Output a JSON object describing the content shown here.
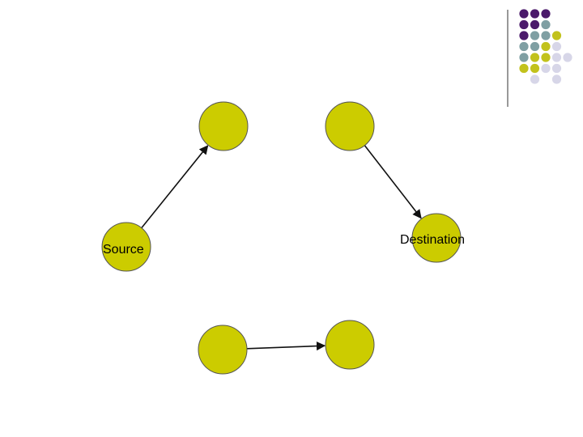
{
  "colors": {
    "node_fill": "#cccc00",
    "node_stroke": "#555555",
    "edge": "#111111",
    "divider": "#555555",
    "dot_purple": "#4b1a6b",
    "dot_teal": "#7f9fa3",
    "dot_olive": "#c2c21c",
    "dot_lavender": "#d7d6e8"
  },
  "decoration": {
    "dot_grid": [
      [
        "purple",
        "purple",
        "purple",
        "",
        ""
      ],
      [
        "purple",
        "purple",
        "teal",
        "",
        ""
      ],
      [
        "purple",
        "teal",
        "teal",
        "olive",
        ""
      ],
      [
        "teal",
        "teal",
        "olive",
        "lavender",
        ""
      ],
      [
        "teal",
        "olive",
        "olive",
        "lavender",
        "lavender"
      ],
      [
        "olive",
        "olive",
        "lavender",
        "lavender",
        ""
      ],
      [
        "",
        "lavender",
        "",
        "lavender",
        ""
      ]
    ]
  },
  "diagram": {
    "nodes": [
      {
        "id": "source",
        "label": "Source"
      },
      {
        "id": "top-left",
        "label": ""
      },
      {
        "id": "top-right",
        "label": ""
      },
      {
        "id": "destination",
        "label": "Destination"
      },
      {
        "id": "bottom-left",
        "label": ""
      },
      {
        "id": "bottom-right",
        "label": ""
      }
    ],
    "edges": [
      {
        "from": "source",
        "to": "top-left"
      },
      {
        "from": "top-right",
        "to": "destination"
      },
      {
        "from": "bottom-left",
        "to": "bottom-right"
      }
    ]
  }
}
